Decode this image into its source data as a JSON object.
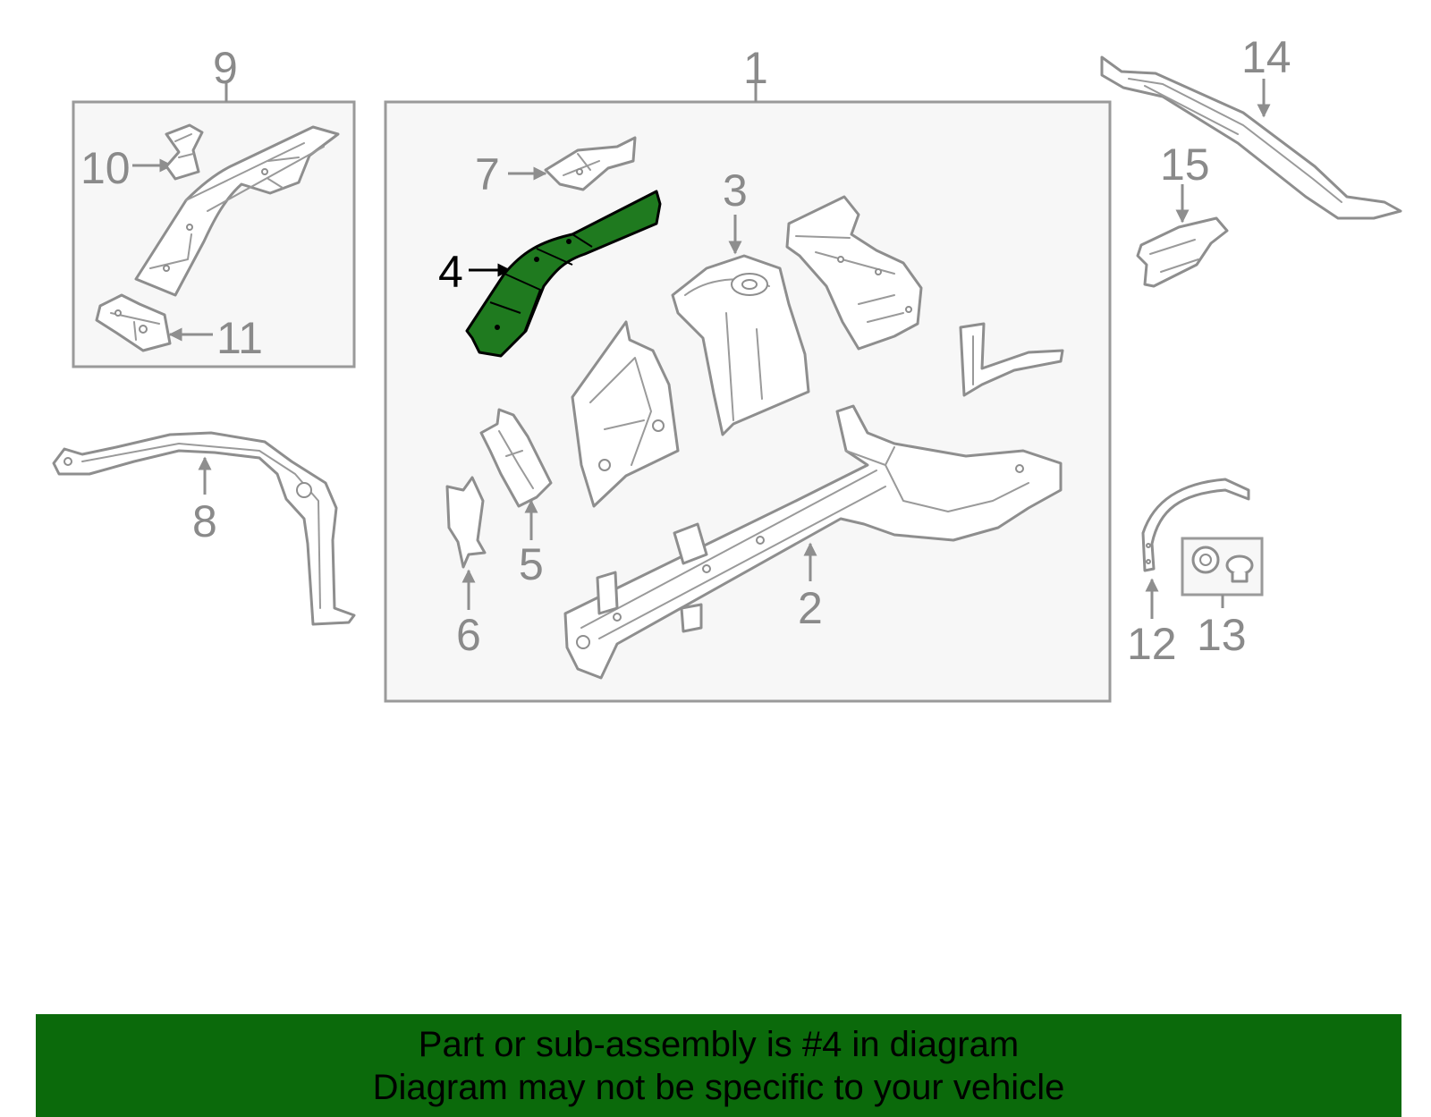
{
  "callouts": {
    "c1": "1",
    "c2": "2",
    "c3": "3",
    "c4": "4",
    "c5": "5",
    "c6": "6",
    "c7": "7",
    "c8": "8",
    "c9": "9",
    "c10": "10",
    "c11": "11",
    "c12": "12",
    "c13": "13",
    "c14": "14",
    "c15": "15"
  },
  "highlight": {
    "part_number": "4",
    "color": "#1f7a1f"
  },
  "banner": {
    "line1": "Part or sub-assembly is #4 in diagram",
    "line2": "Diagram may not be specific to your vehicle",
    "background": "#0b6a0b"
  }
}
